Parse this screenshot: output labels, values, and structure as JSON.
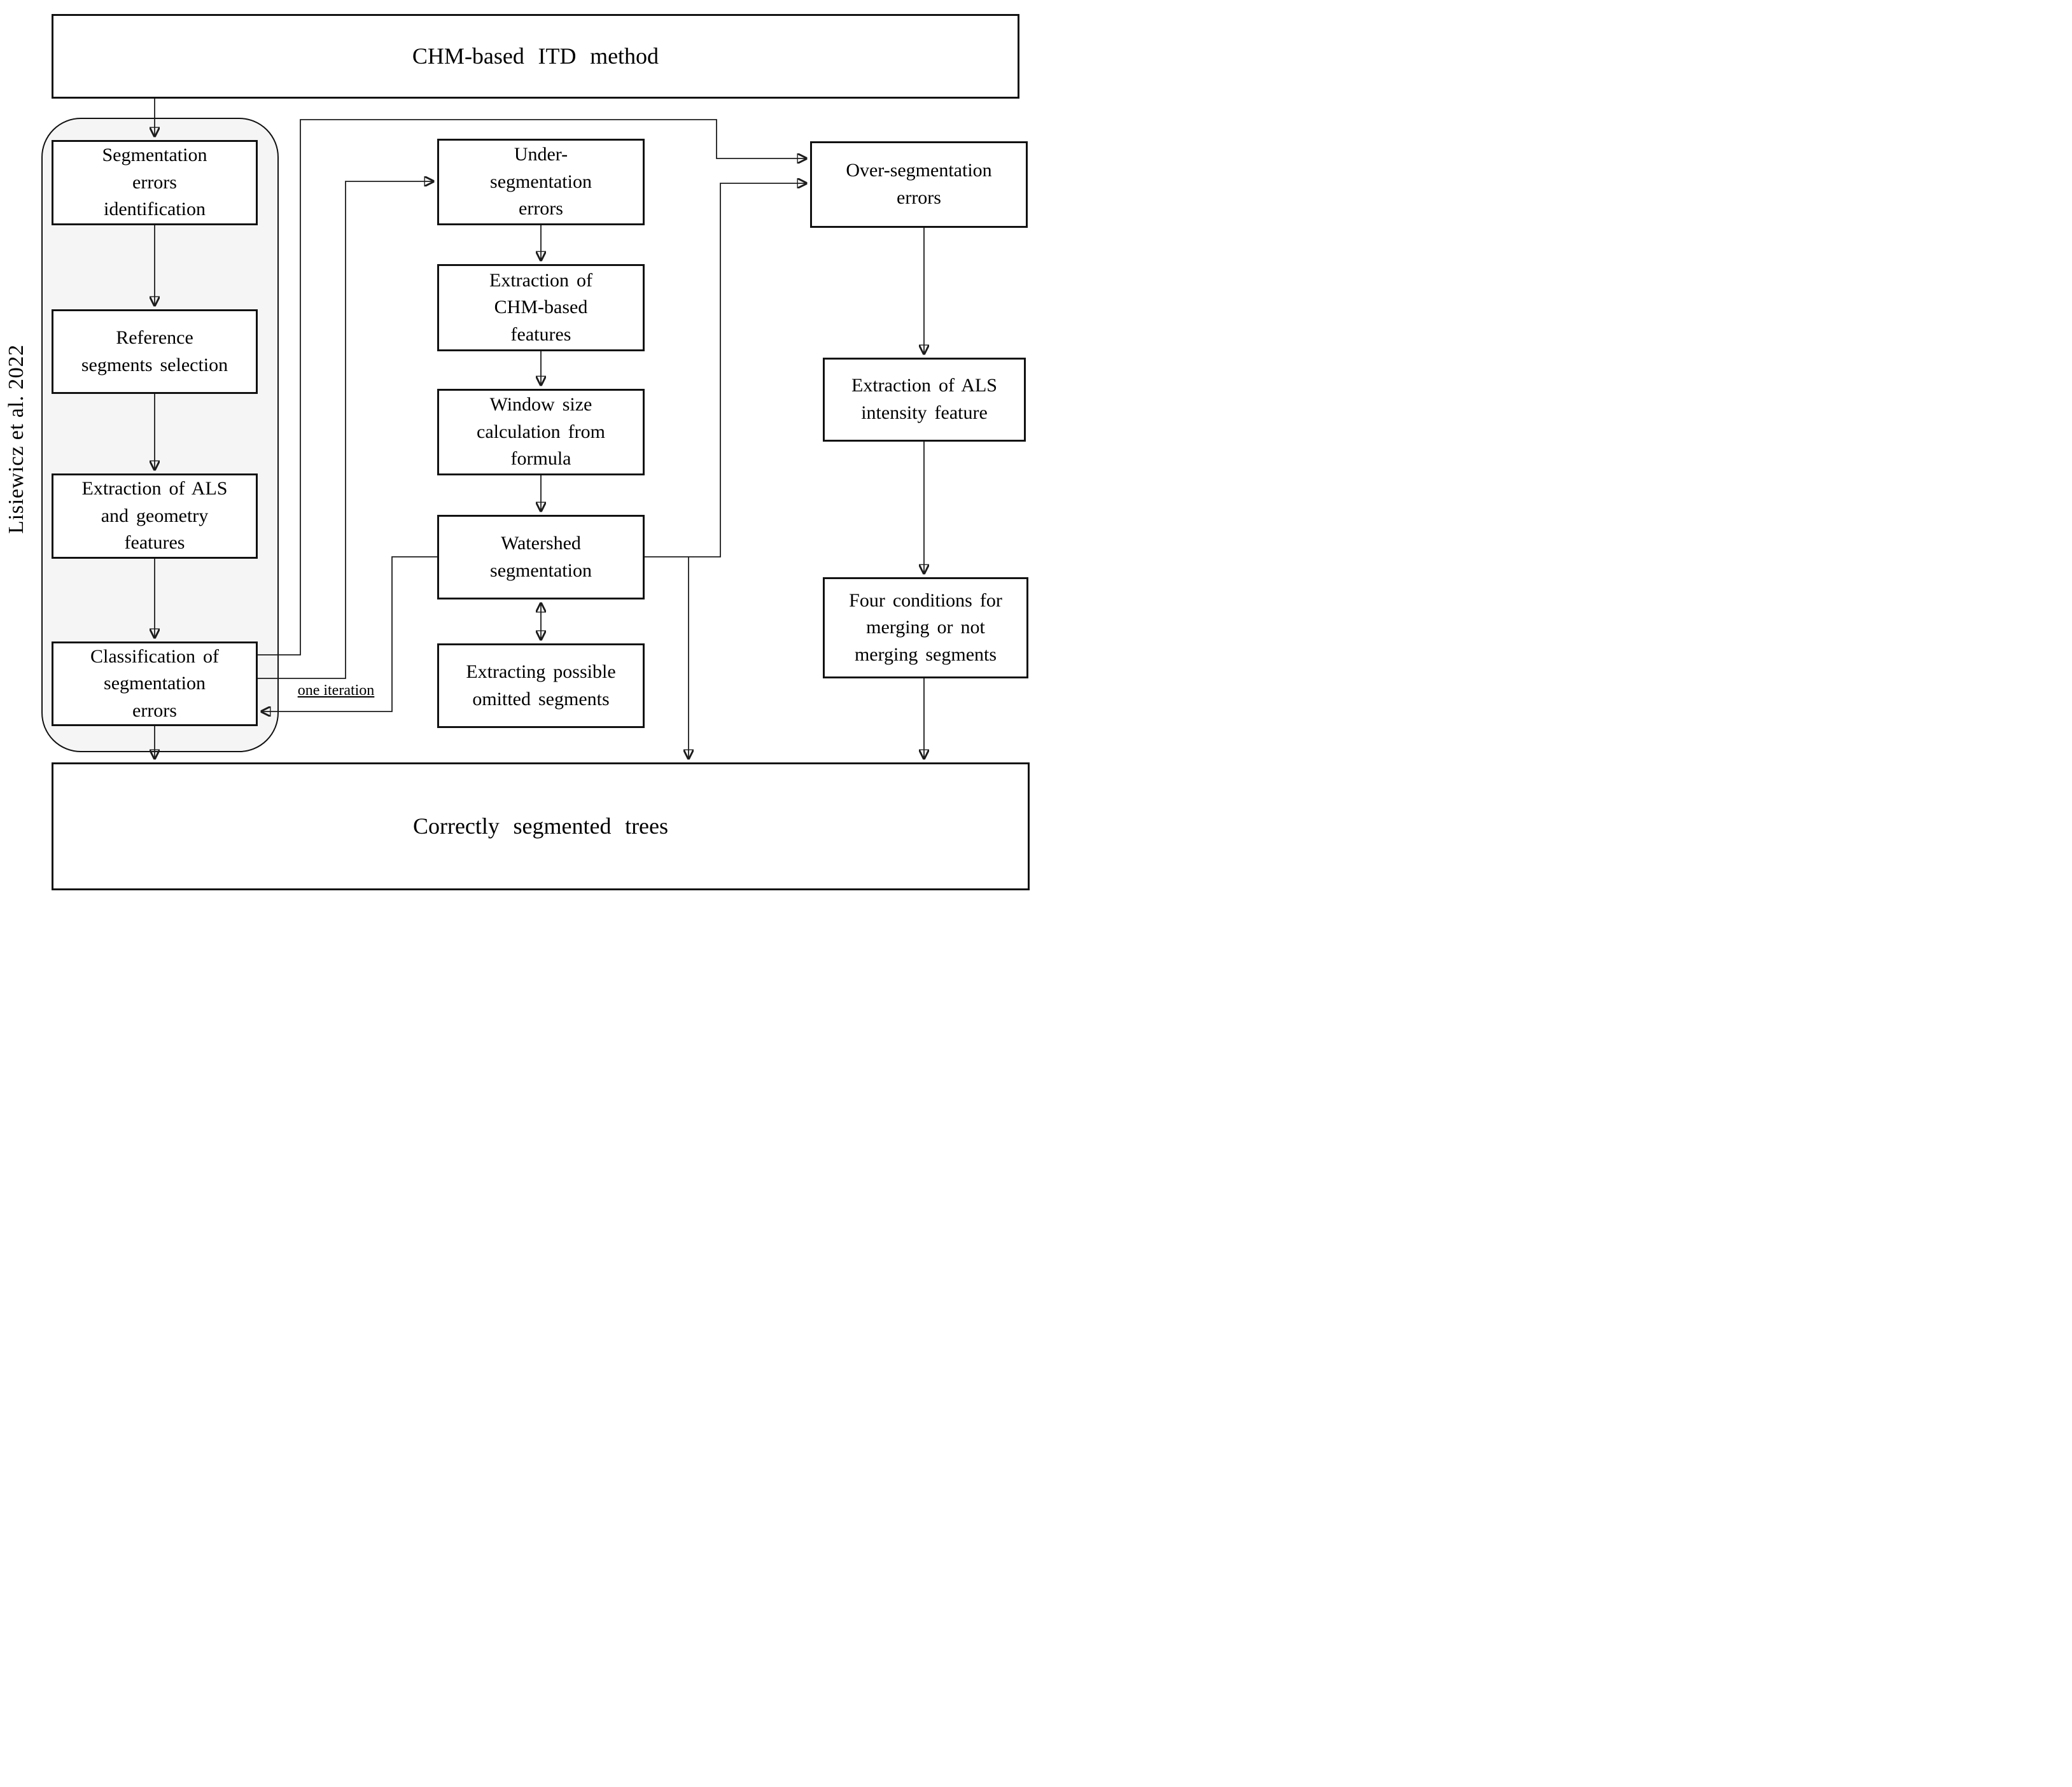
{
  "title": "CHM-based ITD method",
  "side_label": "Lisiewicz et al. 2022",
  "iteration_label": "one iteration",
  "left_pipeline": {
    "step1": "Segmentation errors identification",
    "step2": "Reference segments selection",
    "step3": "Extraction of ALS and geometry features",
    "step4": "Classification of segmentation errors"
  },
  "middle_pipeline": {
    "step1": "Under-segmentation errors",
    "step2": "Extraction of CHM-based features",
    "step3": "Window size calculation from formula",
    "step4": "Watershed segmentation",
    "step5": "Extracting possible omitted segments"
  },
  "right_pipeline": {
    "step1": "Over-segmentation errors",
    "step2": "Extraction of ALS intensity feature",
    "step3": "Four conditions for merging or not merging segments"
  },
  "result": "Correctly segmented trees",
  "colors": {
    "connector_line": "#1c1c1c",
    "box_border": "#111111",
    "box_fill": "#ffffff",
    "group_fill": "#f5f5f5",
    "background": "#ffffff",
    "text": "#000000"
  }
}
